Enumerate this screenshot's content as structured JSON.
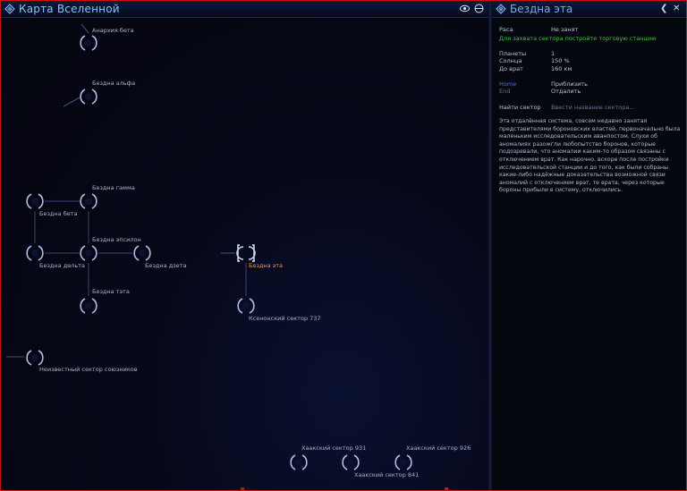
{
  "map": {
    "title": "Карта Вселенной",
    "nodes": [
      {
        "id": "anarchy-beta",
        "label": "Анархия бета"
      },
      {
        "id": "void-alpha",
        "label": "Бездна альфа"
      },
      {
        "id": "void-gamma",
        "label": "Бездна гамма"
      },
      {
        "id": "void-beta",
        "label": "Бездна бета"
      },
      {
        "id": "void-epsilon",
        "label": "Бездна эпсилон"
      },
      {
        "id": "void-delta",
        "label": "Бездна дельта"
      },
      {
        "id": "void-zeta",
        "label": "Бездна дзета"
      },
      {
        "id": "void-eta",
        "label": "Бездна эта",
        "selected": true
      },
      {
        "id": "void-theta",
        "label": "Бездна тэта"
      },
      {
        "id": "xenon-737",
        "label": "Ксенонский сектор 737"
      },
      {
        "id": "unknown-allied",
        "label": "Неизвестный сектор союзников"
      },
      {
        "id": "xaak-931",
        "label": "Хаакский сектор 931"
      },
      {
        "id": "xaak-926",
        "label": "Хаакский сектор 926"
      },
      {
        "id": "xaak-841",
        "label": "Хаакский сектор 841"
      }
    ],
    "selected_color": "#ff9a2a"
  },
  "info": {
    "title": "Бездна эта",
    "race_label": "Раса",
    "race_value": "Не занят",
    "capture_hint": "Для захвата сектора постройте торговую станцию",
    "planets_label": "Планеты",
    "planets_value": "1",
    "suns_label": "Солнца",
    "suns_value": "150 %",
    "gate_label": "До врат",
    "gate_value": "160 км",
    "home_key": "Home",
    "home_action": "Приблизить",
    "end_key": "End",
    "end_action": "Отдалить",
    "search_label": "Найти сектор",
    "search_placeholder": "Ввести название сектора...",
    "description": "Эта отдалённая система, совсем недавно занятая представителями бороновских властей, первоначально была маленьким исследовательским аванпостом. Слухи об аномалиях разожгли любопытство боронов, которые подозревали, что аномалии каким-то образом связаны с отключением врат. Как нарочно, вскоре после постройки исследовательской станции и до того, как были собраны какие-либо надёжные доказательства возможной связи аномалий с отключением врат, те врата, через которые бороны прибыли в систему, отключились.",
    "hint_color": "#3ec23e",
    "hotkey_color": "#5a6ee0"
  }
}
